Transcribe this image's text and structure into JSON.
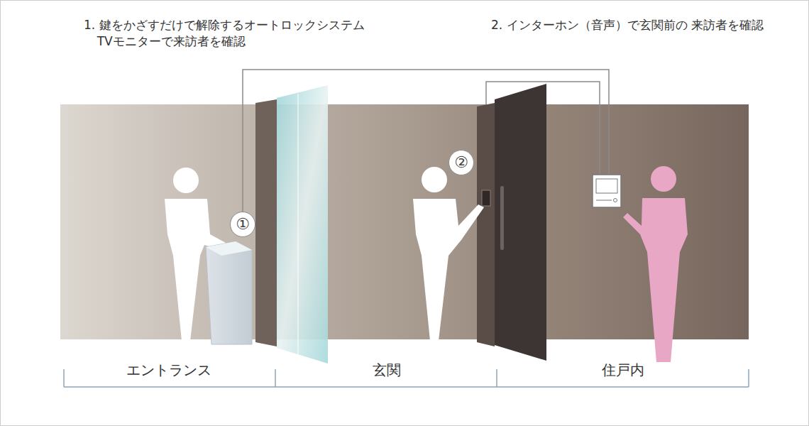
{
  "diagram": {
    "nodes": [
      {
        "text": [
          "①"
        ]
      },
      {
        "text": [
          "②"
        ]
      }
    ],
    "labels": [
      "1. 鍵をかざすだけで解除するオートロックシステム TVモニターで来訪者を確認",
      "2. インターホン（音声）で玄関前の 来訪者を確認",
      "エントランス",
      "玄関",
      "住戸内"
    ]
  }
}
